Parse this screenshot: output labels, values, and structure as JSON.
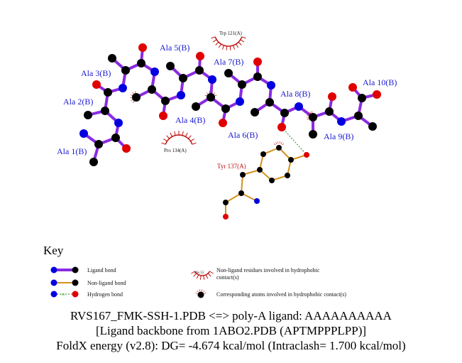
{
  "colors": {
    "ligand_bond": "#8a2be2",
    "nonligand_bond": "#d4921e",
    "hbond": "#1a8a1a",
    "carbon": "#000000",
    "nitrogen": "#0000e0",
    "oxygen": "#e00000",
    "hydrophobic": "#c01010",
    "ligand_label": "#1a1ad0"
  },
  "ligand_residues": [
    "Ala 1(B)",
    "Ala 2(B)",
    "Ala 3(B)",
    "Ala 4(B)",
    "Ala 5(B)",
    "Ala 6(B)",
    "Ala 7(B)",
    "Ala 8(B)",
    "Ala 9(B)",
    "Ala 10(B)"
  ],
  "contact_residues": {
    "trp": "Trp 121(A)",
    "pro": "Pro 134(A)",
    "tyr": "Tyr 137(A)"
  },
  "key": {
    "title": "Key",
    "ligand_bond": "Ligand bond",
    "nonligand_bond": "Non-ligand bond",
    "hydrogen_bond": "Hydrogen bond",
    "hbond_length": "3.0",
    "example_residue": "His 53",
    "nonligand_hydrophobic_1": "Non-ligand residues involved in hydrophobic",
    "nonligand_hydrophobic_2": "contact(s)",
    "corresponding_atoms": "Corresponding atoms involved in hydrophobic contact(s)"
  },
  "footer": {
    "line1": "RVS167_FMK-SSH-1.PDB <=> poly-A ligand: AAAAAAAAAA",
    "line2": "[Ligand backbone from 1ABO2.PDB (APTMPPPLPP)]",
    "line3": "FoldX energy (v2.8): DG= -4.674 kcal/mol (Intraclash= 1.700 kcal/mol)"
  }
}
